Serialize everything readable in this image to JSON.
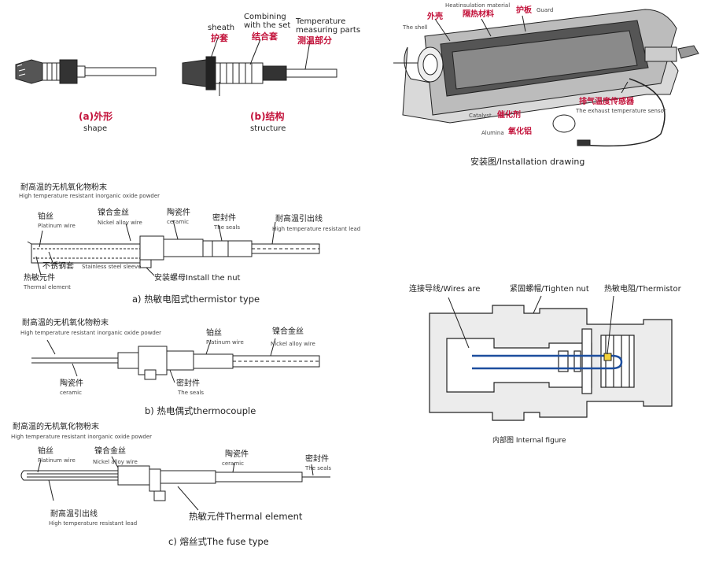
{
  "panel_a": {
    "sheath_en": "sheath",
    "sheath_zh": "护套",
    "combining_en": "Combining\nwith the set",
    "combining_zh": "结合套",
    "temp_en": "Temperature\nmeasuring parts",
    "temp_zh": "测温部分",
    "caption_a_zh": "(a)外形",
    "caption_a_en": "shape",
    "caption_b_zh": "(b)结构",
    "caption_b_en": "structure"
  },
  "panel_install": {
    "shell_zh": "外壳",
    "shell_en": "The shell",
    "insulation_en": "Heatinsulation material",
    "insulation_zh": "隔热材料",
    "guard_zh": "护板",
    "guard_en": "Guard",
    "sensor_zh": "排气温度传感器",
    "sensor_en": "The exhaust temperature sensor",
    "catalyst_en": "Catalyst",
    "catalyst_zh": "催化剂",
    "alumina_en": "Alumina",
    "alumina_zh": "氧化铝",
    "caption": "安装图/Installation drawing"
  },
  "panel_thermistor": {
    "powder_zh": "耐高温的无机氧化物粉末",
    "powder_en": "High temperature resistant inorganic oxide powder",
    "platinum_zh": "铂丝",
    "platinum_en": "Platinum wire",
    "nickel_zh": "镍合金丝",
    "nickel_en": "Nickel alloy wire",
    "ceramic_zh": "陶瓷件",
    "ceramic_en": "ceramic",
    "seals_zh": "密封件",
    "seals_en": "The seals",
    "lead_zh": "耐高温引出线",
    "lead_en": "High temperature resistant lead",
    "sleeve_zh": "不锈钢套",
    "sleeve_en": "Stainless steel sleeve",
    "nut": "安装螺母Install the nut",
    "element_zh": "热敏元件",
    "element_en": "Thermal element",
    "caption": "a) 热敏电阻式thermistor type"
  },
  "panel_thermocouple": {
    "powder_zh": "耐高温的无机氧化物粉末",
    "powder_en": "High temperature resistant inorganic oxide powder",
    "platinum_zh": "铂丝",
    "platinum_en": "Platinum wire",
    "nickel_zh": "镍合金丝",
    "nickel_en": "Nickel alloy wire",
    "ceramic_zh": "陶瓷件",
    "ceramic_en": "ceramic",
    "seals_zh": "密封件",
    "seals_en": "The seals",
    "caption": "b) 热电偶式thermocouple"
  },
  "panel_fuse": {
    "powder_zh": "耐高温的无机氧化物粉末",
    "powder_en": "High temperature resistant inorganic oxide powder",
    "platinum_zh": "铂丝",
    "platinum_en": "Platinum wire",
    "nickel_zh": "镍合金丝",
    "nickel_en": "Nickel alloy wire",
    "ceramic_zh": "陶瓷件",
    "ceramic_en": "ceramic",
    "seals_zh": "密封件",
    "seals_en": "The seals",
    "lead_zh": "耐高温引出线",
    "lead_en": "High temperature resistant lead",
    "element": "热敏元件Thermal element",
    "caption": "c) 熔丝式The fuse type"
  },
  "panel_internal": {
    "wires": "连接导线/Wires are",
    "nut": "紧固螺帽/Tighten nut",
    "thermistor": "热敏电阻/Thermistor",
    "caption": "内部图 Internal figure"
  },
  "colors": {
    "red_label": "#c3143c",
    "wire_blue": "#1d4e9e",
    "thermistor_yellow": "#f4d23a",
    "body_grey": "#ececec",
    "line": "#222222"
  }
}
